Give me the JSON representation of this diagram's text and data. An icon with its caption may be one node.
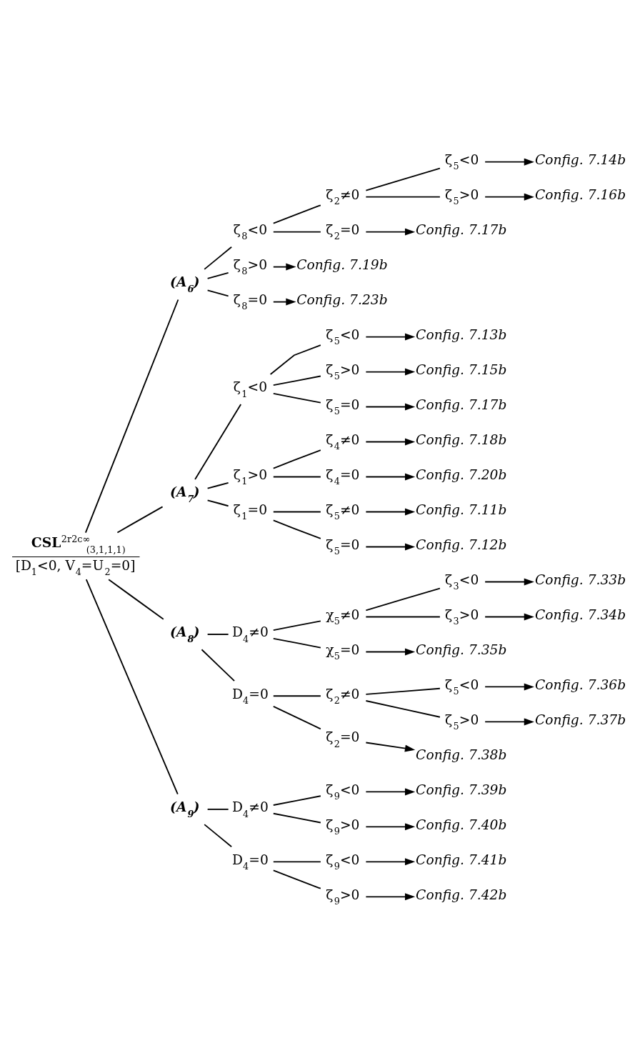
{
  "diagram": {
    "nodes": [
      {
        "text": [
          "**CSL**$^{2r2c∞}$$_{(3,1,1,1)}$",
          "[D$_{1}$<0, V$_{4}$=U$_{2}$=0]"
        ]
      },
      {
        "text": [
          "(A$_{6}$)"
        ]
      },
      {
        "text": [
          "ζ$_{8}$<0"
        ]
      },
      {
        "text": [
          "ζ$_{2}$≠0"
        ]
      },
      {
        "text": [
          "ζ$_{5}$<0"
        ]
      },
      {
        "text": [
          "Config. 7.14b"
        ]
      },
      {
        "text": [
          "ζ$_{5}$>0"
        ]
      },
      {
        "text": [
          "Config. 7.16b"
        ]
      },
      {
        "text": [
          "ζ$_{2}$=0"
        ]
      },
      {
        "text": [
          "Config. 7.17b"
        ]
      },
      {
        "text": [
          "ζ$_{8}$>0"
        ]
      },
      {
        "text": [
          "Config. 7.19b"
        ]
      },
      {
        "text": [
          "ζ$_{8}$=0"
        ]
      },
      {
        "text": [
          "Config. 7.23b"
        ]
      },
      {
        "text": [
          "(A$_{7}$)"
        ]
      },
      {
        "text": [
          "ζ$_{1}$<0"
        ]
      },
      {
        "text": [
          "ζ$_{5}$<0"
        ]
      },
      {
        "text": [
          "Config. 7.13b"
        ]
      },
      {
        "text": [
          "ζ$_{5}$>0"
        ]
      },
      {
        "text": [
          "Config. 7.15b"
        ]
      },
      {
        "text": [
          "ζ$_{5}$=0"
        ]
      },
      {
        "text": [
          "Config. 7.17b"
        ]
      },
      {
        "text": [
          "ζ$_{1}$>0"
        ]
      },
      {
        "text": [
          "ζ$_{4}$≠0"
        ]
      },
      {
        "text": [
          "Config. 7.18b"
        ]
      },
      {
        "text": [
          "ζ$_{4}$=0"
        ]
      },
      {
        "text": [
          "Config. 7.20b"
        ]
      },
      {
        "text": [
          "ζ$_{1}$=0"
        ]
      },
      {
        "text": [
          "ζ$_{5}$≠0"
        ]
      },
      {
        "text": [
          "Config. 7.11b"
        ]
      },
      {
        "text": [
          "ζ$_{5}$=0"
        ]
      },
      {
        "text": [
          "Config. 7.12b"
        ]
      },
      {
        "text": [
          "(A$_{8}$)"
        ]
      },
      {
        "text": [
          "D$_{4}$≠0"
        ]
      },
      {
        "text": [
          "χ$_{5}$≠0"
        ]
      },
      {
        "text": [
          "ζ$_{3}$<0"
        ]
      },
      {
        "text": [
          "Config. 7.33b"
        ]
      },
      {
        "text": [
          "ζ$_{3}$>0"
        ]
      },
      {
        "text": [
          "Config. 7.34b"
        ]
      },
      {
        "text": [
          "χ$_{5}$=0"
        ]
      },
      {
        "text": [
          "Config. 7.35b"
        ]
      },
      {
        "text": [
          "D$_{4}$=0"
        ]
      },
      {
        "text": [
          "ζ$_{2}$≠0"
        ]
      },
      {
        "text": [
          "ζ$_{5}$<0"
        ]
      },
      {
        "text": [
          "Config. 7.36b"
        ]
      },
      {
        "text": [
          "ζ$_{5}$>0"
        ]
      },
      {
        "text": [
          "Config. 7.37b"
        ]
      },
      {
        "text": [
          "ζ$_{2}$=0"
        ]
      },
      {
        "text": [
          "Config. 7.38b"
        ]
      },
      {
        "text": [
          "(A$_{9}$)"
        ]
      },
      {
        "text": [
          "D$_{4}$≠0"
        ]
      },
      {
        "text": [
          "ζ$_{9}$<0"
        ]
      },
      {
        "text": [
          "Config. 7.39b"
        ]
      },
      {
        "text": [
          "ζ$_{9}$>0"
        ]
      },
      {
        "text": [
          "Config. 7.40b"
        ]
      },
      {
        "text": [
          "D$_{4}$=0"
        ]
      },
      {
        "text": [
          "ζ$_{9}$<0"
        ]
      },
      {
        "text": [
          "Config. 7.41b"
        ]
      },
      {
        "text": [
          "ζ$_{9}$>0"
        ]
      },
      {
        "text": [
          "Config. 7.42b"
        ]
      }
    ],
    "edges": [
      {
        "from": 0,
        "to": 1,
        "arrow": "none"
      },
      {
        "from": 1,
        "to": 2,
        "arrow": "none"
      },
      {
        "from": 2,
        "to": 3,
        "arrow": "none"
      },
      {
        "from": 3,
        "to": 4,
        "arrow": "none"
      },
      {
        "from": 4,
        "to": 5,
        "arrow": "to"
      },
      {
        "from": 3,
        "to": 6,
        "arrow": "none"
      },
      {
        "from": 6,
        "to": 7,
        "arrow": "to"
      },
      {
        "from": 2,
        "to": 8,
        "arrow": "none"
      },
      {
        "from": 8,
        "to": 9,
        "arrow": "to"
      },
      {
        "from": 1,
        "to": 10,
        "arrow": "none"
      },
      {
        "from": 10,
        "to": 11,
        "arrow": "to"
      },
      {
        "from": 1,
        "to": 12,
        "arrow": "none"
      },
      {
        "from": 12,
        "to": 13,
        "arrow": "to"
      },
      {
        "from": 0,
        "to": 14,
        "arrow": "none"
      },
      {
        "from": 14,
        "to": 15,
        "arrow": "none"
      },
      {
        "from": 15,
        "to": 16,
        "arrow": "none"
      },
      {
        "from": 16,
        "to": 17,
        "arrow": "to"
      },
      {
        "from": 15,
        "to": 18,
        "arrow": "none"
      },
      {
        "from": 18,
        "to": 19,
        "arrow": "to"
      },
      {
        "from": 15,
        "to": 20,
        "arrow": "none"
      },
      {
        "from": 20,
        "to": 21,
        "arrow": "to"
      },
      {
        "from": 14,
        "to": 22,
        "arrow": "none"
      },
      {
        "from": 22,
        "to": 23,
        "arrow": "none"
      },
      {
        "from": 23,
        "to": 24,
        "arrow": "to"
      },
      {
        "from": 22,
        "to": 25,
        "arrow": "none"
      },
      {
        "from": 25,
        "to": 26,
        "arrow": "to"
      },
      {
        "from": 14,
        "to": 27,
        "arrow": "none"
      },
      {
        "from": 27,
        "to": 28,
        "arrow": "none"
      },
      {
        "from": 28,
        "to": 29,
        "arrow": "to"
      },
      {
        "from": 27,
        "to": 30,
        "arrow": "none"
      },
      {
        "from": 30,
        "to": 31,
        "arrow": "to"
      },
      {
        "from": 0,
        "to": 32,
        "arrow": "none"
      },
      {
        "from": 32,
        "to": 33,
        "arrow": "none"
      },
      {
        "from": 33,
        "to": 34,
        "arrow": "none"
      },
      {
        "from": 34,
        "to": 35,
        "arrow": "none"
      },
      {
        "from": 35,
        "to": 36,
        "arrow": "to"
      },
      {
        "from": 34,
        "to": 37,
        "arrow": "none"
      },
      {
        "from": 37,
        "to": 38,
        "arrow": "to"
      },
      {
        "from": 33,
        "to": 39,
        "arrow": "none"
      },
      {
        "from": 39,
        "to": 40,
        "arrow": "to"
      },
      {
        "from": 32,
        "to": 41,
        "arrow": "none"
      },
      {
        "from": 41,
        "to": 42,
        "arrow": "none"
      },
      {
        "from": 42,
        "to": 43,
        "arrow": "none"
      },
      {
        "from": 43,
        "to": 44,
        "arrow": "to"
      },
      {
        "from": 42,
        "to": 45,
        "arrow": "none"
      },
      {
        "from": 45,
        "to": 46,
        "arrow": "to"
      },
      {
        "from": 41,
        "to": 47,
        "arrow": "none"
      },
      {
        "from": 47,
        "to": 48,
        "arrow": "to"
      },
      {
        "from": 0,
        "to": 49,
        "arrow": "none"
      },
      {
        "from": 49,
        "to": 50,
        "arrow": "none"
      },
      {
        "from": 50,
        "to": 51,
        "arrow": "none"
      },
      {
        "from": 51,
        "to": 52,
        "arrow": "to"
      },
      {
        "from": 50,
        "to": 53,
        "arrow": "none"
      },
      {
        "from": 53,
        "to": 54,
        "arrow": "to"
      },
      {
        "from": 49,
        "to": 55,
        "arrow": "none"
      },
      {
        "from": 55,
        "to": 56,
        "arrow": "none"
      },
      {
        "from": 56,
        "to": 57,
        "arrow": "to"
      },
      {
        "from": 55,
        "to": 58,
        "arrow": "none"
      },
      {
        "from": 58,
        "to": 59,
        "arrow": "to"
      }
    ]
  }
}
